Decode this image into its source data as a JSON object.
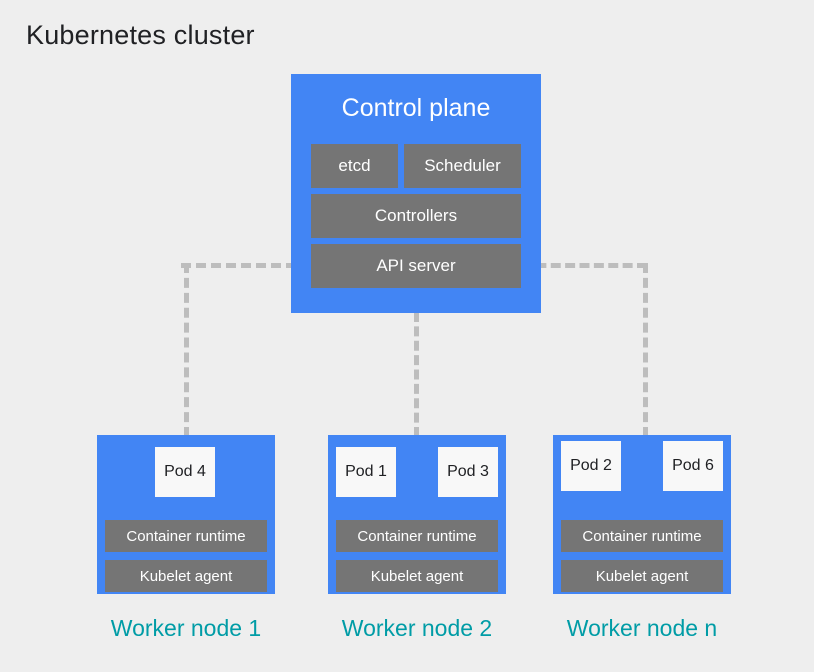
{
  "title": "Kubernetes cluster",
  "colors": {
    "background": "#eeeeee",
    "node_blue": "#4285f4",
    "component_gray": "#757575",
    "pod_white": "#f8f8f8",
    "label_teal": "#009ca6",
    "connector_gray": "#bdbdbd",
    "title_text": "#202124"
  },
  "control_plane": {
    "title": "Control plane",
    "components": [
      {
        "label": "etcd"
      },
      {
        "label": "Scheduler"
      },
      {
        "label": "Controllers"
      },
      {
        "label": "API server"
      }
    ]
  },
  "worker_nodes": [
    {
      "label": "Worker node 1",
      "pods": [
        {
          "label": "Pod 4"
        }
      ],
      "runtime": "Container runtime",
      "kubelet": "Kubelet agent"
    },
    {
      "label": "Worker node 2",
      "pods": [
        {
          "label": "Pod 1"
        },
        {
          "label": "Pod 3"
        }
      ],
      "runtime": "Container runtime",
      "kubelet": "Kubelet agent"
    },
    {
      "label": "Worker node n",
      "pods": [
        {
          "label": "Pod 2"
        },
        {
          "label": "Pod 6"
        }
      ],
      "runtime": "Container runtime",
      "kubelet": "Kubelet agent"
    }
  ]
}
